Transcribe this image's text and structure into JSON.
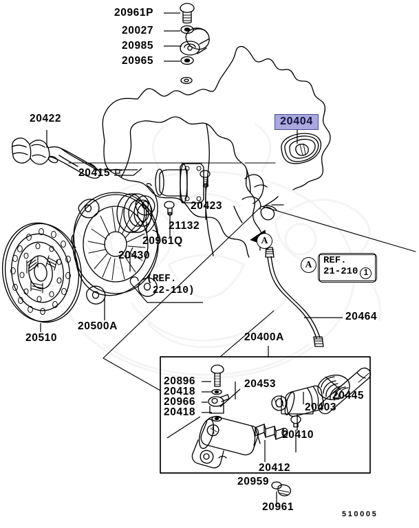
{
  "diagram": {
    "sheet_code": "510005",
    "highlight_color": "#a9a9dd",
    "highlight_border_color": "#4a4a96",
    "line_color": "#000000",
    "background": "#ffffff"
  },
  "highlighted_part": {
    "number": "20404"
  },
  "top_stack": [
    {
      "number": "20961P"
    },
    {
      "number": "20027"
    },
    {
      "number": "20985"
    },
    {
      "number": "20965"
    }
  ],
  "clutch_group": [
    {
      "number": "20422"
    },
    {
      "number": "20415"
    },
    {
      "number": "20423"
    },
    {
      "number": "21132"
    },
    {
      "number": "20961Q"
    },
    {
      "number": "20430"
    },
    {
      "number": "20500A"
    },
    {
      "number": "20510"
    }
  ],
  "ref_inline": {
    "line1": "(REF.",
    "line2": " 22-110)"
  },
  "ref_box": {
    "marker": "A",
    "line1": "REF.",
    "line2": "21-210",
    "circled_number": "1"
  },
  "marker_a": {
    "label": "A"
  },
  "hose": {
    "number": "20464"
  },
  "assembly": {
    "number": "20400A"
  },
  "slave_cylinder_parts": [
    {
      "number": "20896"
    },
    {
      "number": "20418"
    },
    {
      "number": "20966"
    },
    {
      "number": "20418"
    },
    {
      "number": "20453"
    },
    {
      "number": "20445"
    },
    {
      "number": "20403"
    },
    {
      "number": "20410"
    },
    {
      "number": "20412"
    },
    {
      "number": "20959"
    }
  ],
  "bottom_fastener": {
    "number": "20961"
  }
}
